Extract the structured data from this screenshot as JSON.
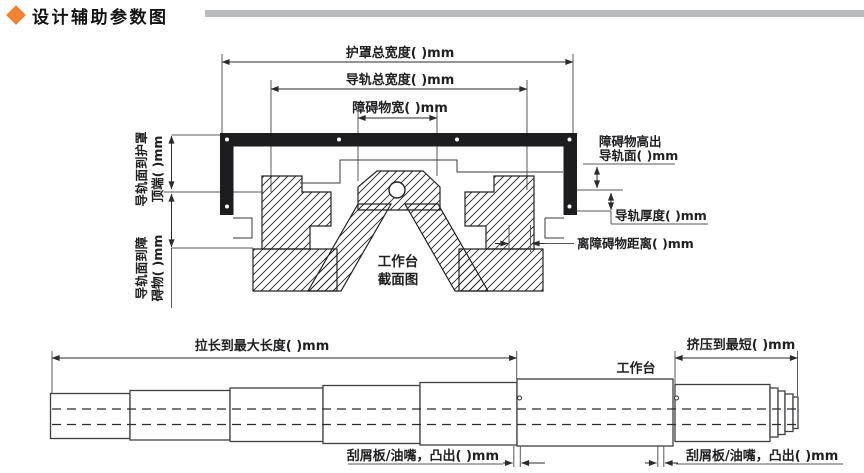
{
  "header": {
    "title": "设计辅助参数图",
    "accent_color": "#F08333",
    "rule_color": "#B9BBBD"
  },
  "colors": {
    "line": "#2B2B2D",
    "cover_fill": "#1D1D1F",
    "background": "#FFFFFF"
  },
  "cross_section_diagram": {
    "dim_cover_total_width": "护罩总宽度( )mm",
    "dim_rail_total_width": "导轨总宽度( )mm",
    "dim_obstacle_width": "障碍物宽( )mm",
    "dim_rail_face_to_cover_top_line1": "导轨面到护罩",
    "dim_rail_face_to_cover_top_line2": "顶端( )mm",
    "dim_rail_face_to_obstacle_line1": "导轨面到障",
    "dim_rail_face_to_obstacle_line2": "碍物( )mm",
    "dim_obstacle_above_rail_line1": "障碍物高出",
    "dim_obstacle_above_rail_line2": "导轨面( )mm",
    "dim_rail_thickness": "导轨厚度( )mm",
    "dim_distance_to_obstacle": "离障碍物距离( )mm",
    "worktable_caption_line1": "工作台",
    "worktable_caption_line2": "截面图"
  },
  "telescopic_diagram": {
    "dim_extended_max_length": "拉长到最大长度( )mm",
    "worktable_label": "工作台",
    "dim_compressed_min_length": "挤压到最短( )mm",
    "dim_scraper_protrusion_left": "刮屑板/油嘴，凸出( )mm",
    "dim_scraper_protrusion_right": "刮屑板/油嘴，凸出( )mm"
  }
}
